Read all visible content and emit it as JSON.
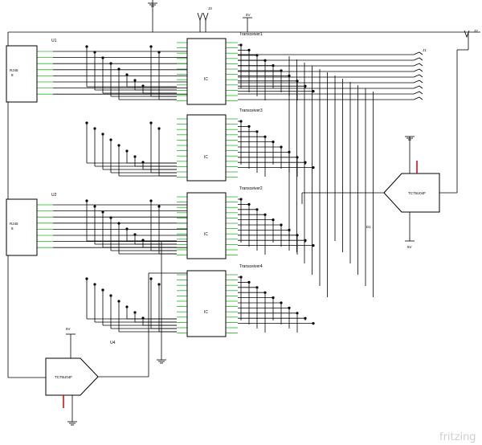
{
  "schematic": {
    "components": {
      "u1": {
        "ref": "U1",
        "type_line1": "RJ45",
        "type_line2": "8"
      },
      "u2": {
        "ref": "U2",
        "type_line1": "RJ45",
        "type_line2": "8"
      },
      "u4": {
        "ref": "U4",
        "part": "TC75U04F"
      },
      "tc_right": {
        "part": "TC75U04F"
      },
      "j1": {
        "ref": "J1"
      },
      "j2": {
        "ref": "J2"
      },
      "j3": {
        "ref": "J3"
      },
      "d1": {
        "ref": "D1"
      },
      "transceivers": [
        {
          "name": "Transceiver1",
          "body": "IC"
        },
        {
          "name": "Transceiver3",
          "body": "IC"
        },
        {
          "name": "Transceiver2",
          "body": "IC"
        },
        {
          "name": "Transceiver4",
          "body": "IC"
        }
      ]
    },
    "power": {
      "vcc_top": "5V",
      "vcc_right": "5V",
      "vcc_u4": "5V"
    },
    "colors": {
      "wire": "#000000",
      "pin_stub": "#22bb22",
      "marker": "#cc0000",
      "wm": "#cfcfcf"
    }
  },
  "watermark": "fritzing"
}
